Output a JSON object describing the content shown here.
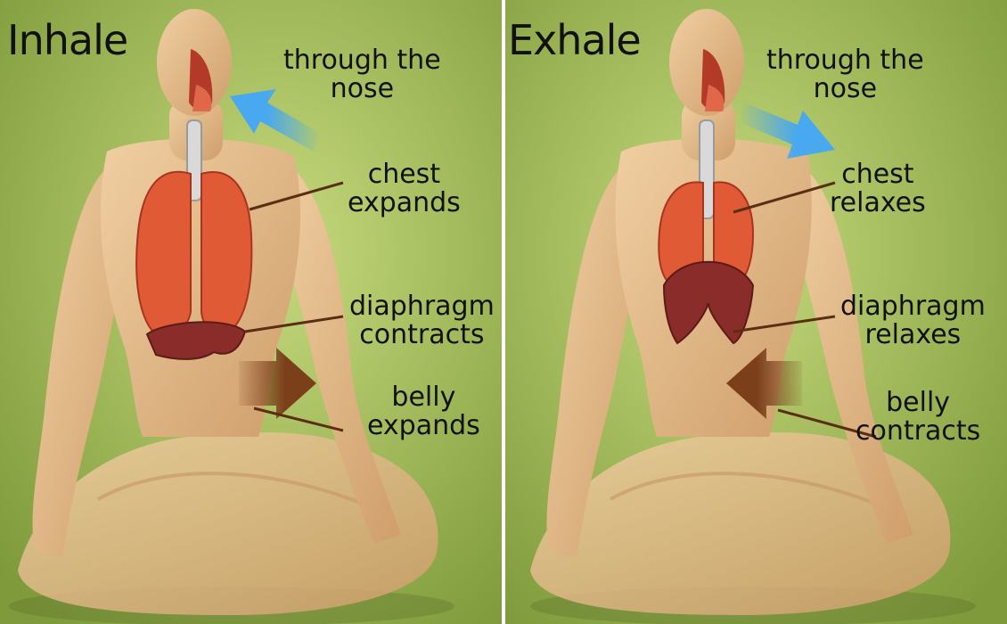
{
  "colors": {
    "background_light": "#c6da7e",
    "background_dark": "#7e9a3a",
    "skin": "#e7bf8e",
    "lungs": "#e05a36",
    "diaphragm": "#8a2d2a",
    "air_arrow": "#48a8f0",
    "belly_arrow": "#7b3f1a",
    "pointer_line": "#5a2e12"
  },
  "panels": [
    {
      "title": "Inhale",
      "labels": {
        "nose_line1": "through the",
        "nose_line2": "nose",
        "chest_line1": "chest",
        "chest_line2": "expands",
        "diaphragm_line1": "diaphragm",
        "diaphragm_line2": "contracts",
        "belly_line1": "belly",
        "belly_line2": "expands"
      },
      "air_arrow_icon": "air-arrow-in-icon",
      "belly_arrow_icon": "belly-arrow-out-icon"
    },
    {
      "title": "Exhale",
      "labels": {
        "nose_line1": "through the",
        "nose_line2": "nose",
        "chest_line1": "chest",
        "chest_line2": "relaxes",
        "diaphragm_line1": "diaphragm",
        "diaphragm_line2": "relaxes",
        "belly_line1": "belly",
        "belly_line2": "contracts"
      },
      "air_arrow_icon": "air-arrow-out-icon",
      "belly_arrow_icon": "belly-arrow-in-icon"
    }
  ]
}
